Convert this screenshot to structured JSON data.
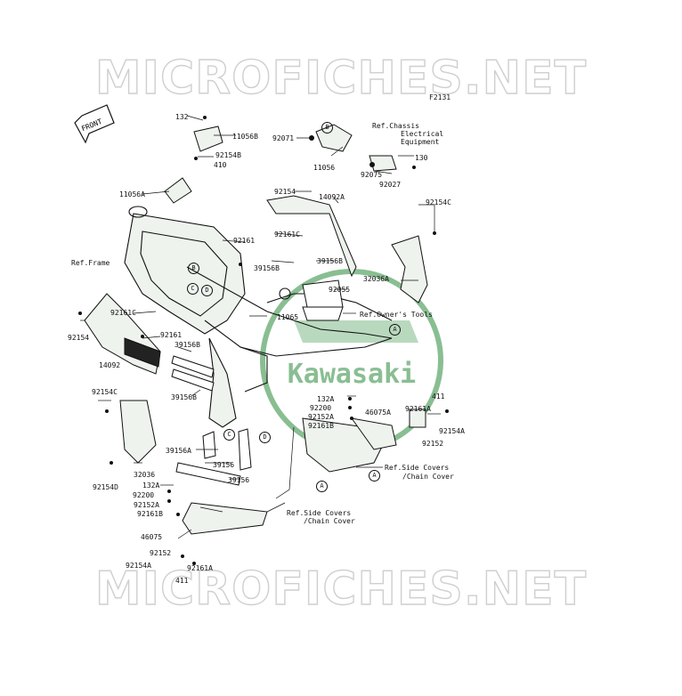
{
  "watermark": "MICROFICHES.NET",
  "diagram_code": "F2131",
  "front_label": "FRONT",
  "brand_badge": "Kawasaki",
  "parts": [
    "132",
    "11056B",
    "92154B",
    "410",
    "11056A",
    "92071",
    "11056",
    "92075",
    "92027",
    "130",
    "92154",
    "14092A",
    "92154C",
    "92161C",
    "92161",
    "39156B",
    "39156B",
    "92055",
    "32036A",
    "11065",
    "92161C",
    "92161",
    "14092",
    "39156B",
    "39156B",
    "92154C",
    "39156A",
    "39156",
    "39156",
    "32036",
    "92154D",
    "132A",
    "92200",
    "92152A",
    "92161B",
    "46075",
    "92152",
    "92154A",
    "411",
    "92161A",
    "132A",
    "92200",
    "92152A",
    "92161B",
    "46075A",
    "92161A",
    "411",
    "92154A",
    "92152",
    "92154"
  ],
  "refs": {
    "chassis": [
      "Ref.Chassis",
      "Electrical",
      "Equipment"
    ],
    "frame": "Ref.Frame",
    "tools": "Ref.Owner's Tools",
    "covers1": [
      "Ref.Side Covers",
      "/Chain Cover"
    ],
    "covers2": [
      "Ref.Side Covers",
      "/Chain Cover"
    ]
  },
  "circle_letters": [
    "A",
    "B",
    "B",
    "C",
    "D",
    "C",
    "D",
    "A",
    "A"
  ],
  "colors": {
    "line": "#111111",
    "part_fill": "#dfe8e0",
    "badge": "#2a8a3a",
    "watermark_stroke": "#cfcfcf"
  }
}
